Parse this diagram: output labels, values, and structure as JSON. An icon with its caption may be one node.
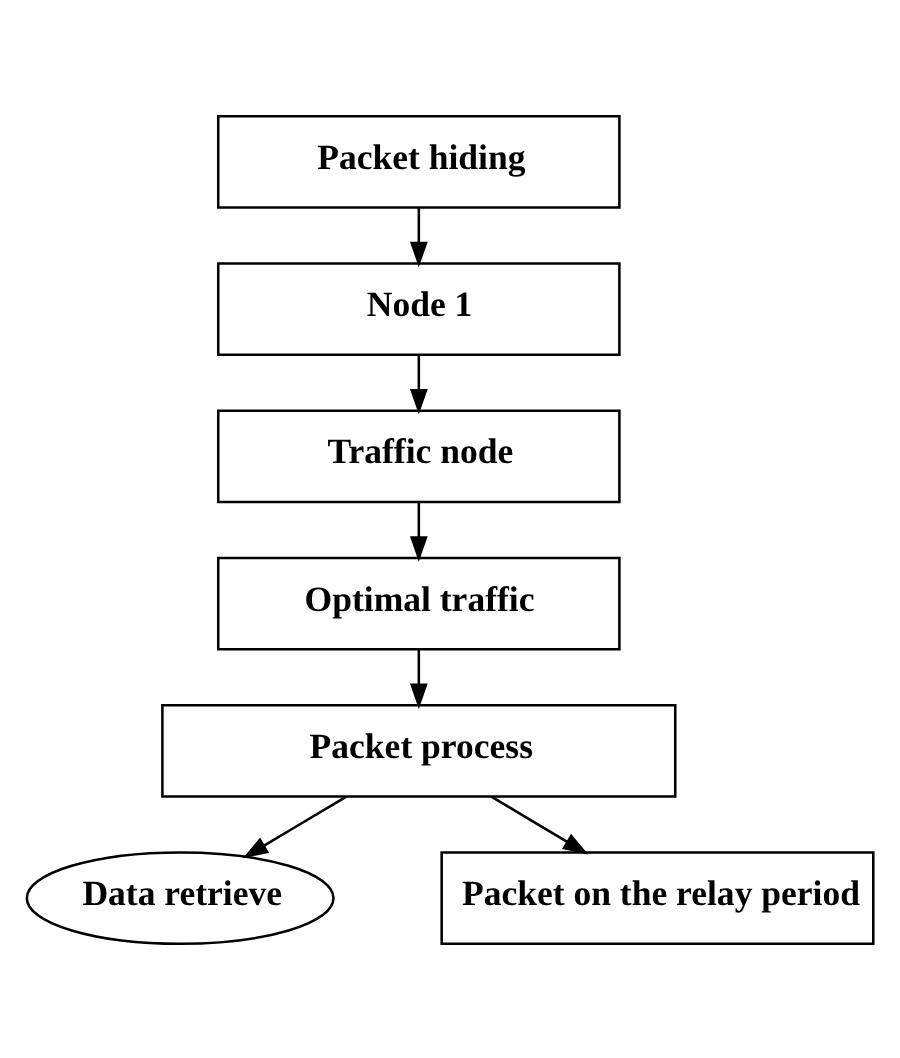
{
  "diagram": {
    "nodes": [
      {
        "text": [
          "Packet hiding"
        ]
      },
      {
        "text": [
          "Node 1"
        ]
      },
      {
        "text": [
          "Traffic node"
        ]
      },
      {
        "text": [
          "Optimal traffic"
        ]
      },
      {
        "text": [
          "Packet process"
        ]
      },
      {
        "text": [
          "Data retrieve"
        ]
      },
      {
        "text": [
          "Packet on the relay period"
        ]
      }
    ],
    "edges": [
      {
        "from": 0,
        "to": 1,
        "arrow": "to"
      },
      {
        "from": 1,
        "to": 2,
        "arrow": "to"
      },
      {
        "from": 2,
        "to": 3,
        "arrow": "to"
      },
      {
        "from": 3,
        "to": 4,
        "arrow": "to"
      },
      {
        "from": 4,
        "to": 5,
        "arrow": "to"
      },
      {
        "from": 4,
        "to": 6,
        "arrow": "to"
      }
    ]
  }
}
